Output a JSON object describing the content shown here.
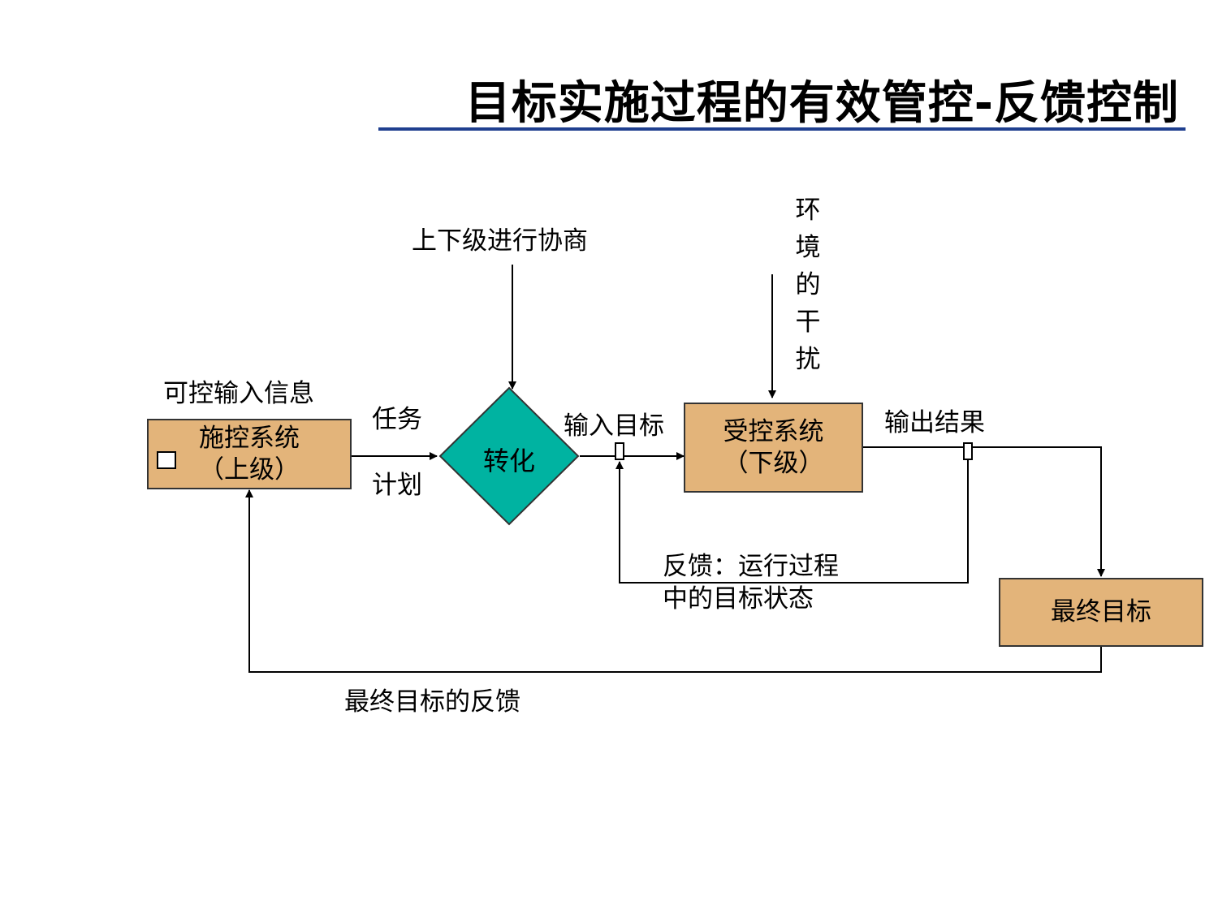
{
  "title": "目标实施过程的有效管控-反馈控制",
  "colors": {
    "box_fill": "#e3b47a",
    "diamond_fill": "#00b3a1",
    "title_rule": "#1f3f8f"
  },
  "nodes": {
    "controller": {
      "line1": "施控系统",
      "line2": "（上级）"
    },
    "transform": "转化",
    "controlled": {
      "line1": "受控系统",
      "line2": "（下级）"
    },
    "final_goal": "最终目标"
  },
  "labels": {
    "controllable_input": "可控输入信息",
    "task": "任务",
    "plan": "计划",
    "negotiation": "上下级进行协商",
    "environment_interference": "环\n境\n的\n干\n扰",
    "input_goal": "输入目标",
    "output_result": "输出结果",
    "feedback_line1": "反馈：运行过程",
    "feedback_line2": "中的目标状态",
    "final_feedback": "最终目标的反馈"
  }
}
